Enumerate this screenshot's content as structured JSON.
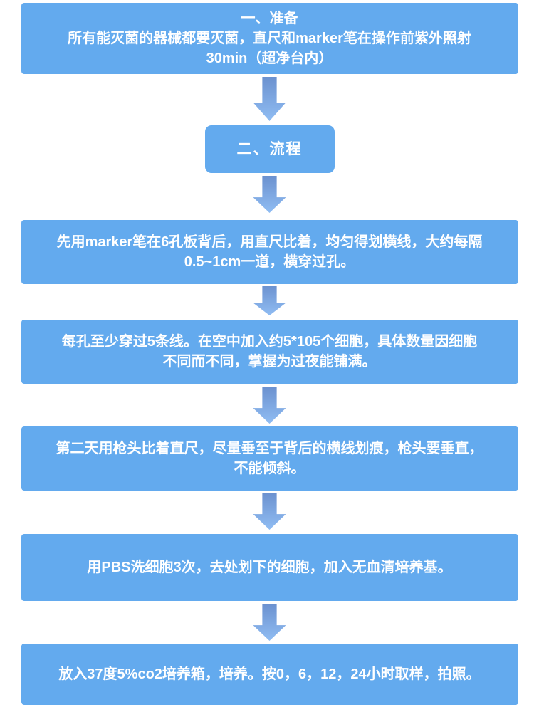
{
  "colors": {
    "box_fill": "#63aaee",
    "arrow_top": "#6b91cf",
    "arrow_bottom": "#90bdf3",
    "text": "#ffffff",
    "background": "#ffffff"
  },
  "flowchart": {
    "steps": [
      {
        "name": "prepare",
        "text": "一、准备\n所有能灭菌的器械都要灭菌，直尺和marker笔在操作前紫外照射\n30min（超净台内）"
      },
      {
        "name": "process-title",
        "text": "二、流程"
      },
      {
        "name": "draw-lines",
        "text": "先用marker笔在6孔板背后，用直尺比着，均匀得划横线，大约每隔\n0.5~1cm一道，横穿过孔。"
      },
      {
        "name": "seed-cells",
        "text": "每孔至少穿过5条线。在空中加入约5*105个细胞，具体数量因细胞\n不同而不同，掌握为过夜能铺满。"
      },
      {
        "name": "scratch",
        "text": "第二天用枪头比着直尺，尽量垂至于背后的横线划痕，枪头要垂直，\n不能倾斜。"
      },
      {
        "name": "wash-pbs",
        "text": "用PBS洗细胞3次，去处划下的细胞，加入无血清培养基。"
      },
      {
        "name": "incubate",
        "text": "放入37度5%co2培养箱，培养。按0，6，12，24小时取样，拍照。"
      }
    ]
  }
}
